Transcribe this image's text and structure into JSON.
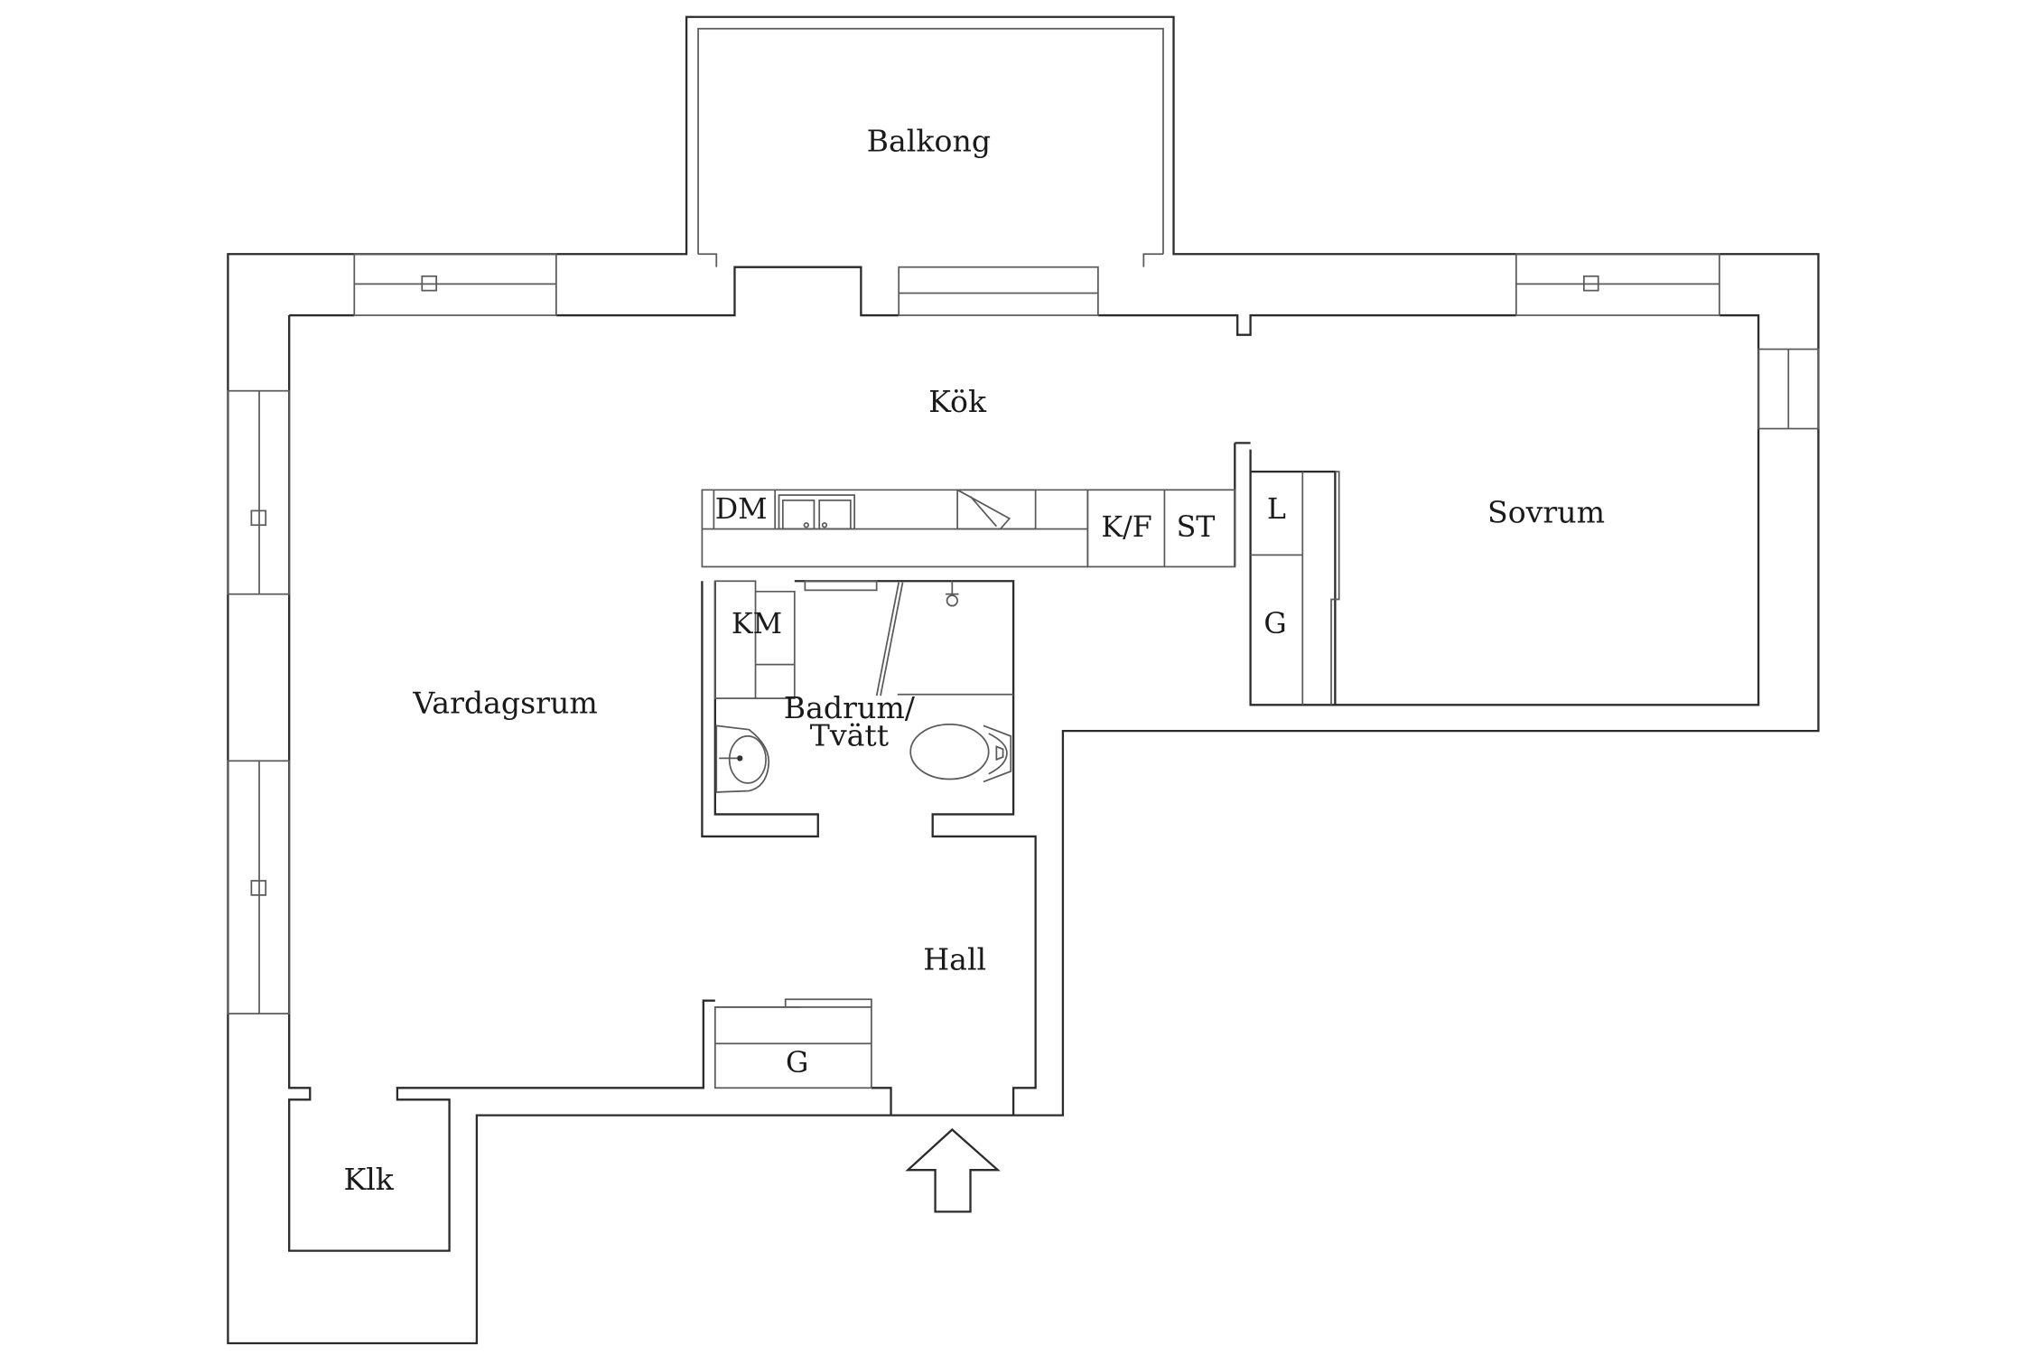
{
  "rooms": {
    "balkong": "Balkong",
    "kok": "Kök",
    "sovrum": "Sovrum",
    "vardagsrum": "Vardagsrum",
    "badrum_line1": "Badrum/",
    "badrum_line2": "Tvätt",
    "hall": "Hall",
    "klk": "Klk"
  },
  "fixtures": {
    "dm": "DM",
    "kf": "K/F",
    "st": "ST",
    "km": "KM",
    "l": "L",
    "g_bedroom": "G",
    "g_hall": "G"
  }
}
